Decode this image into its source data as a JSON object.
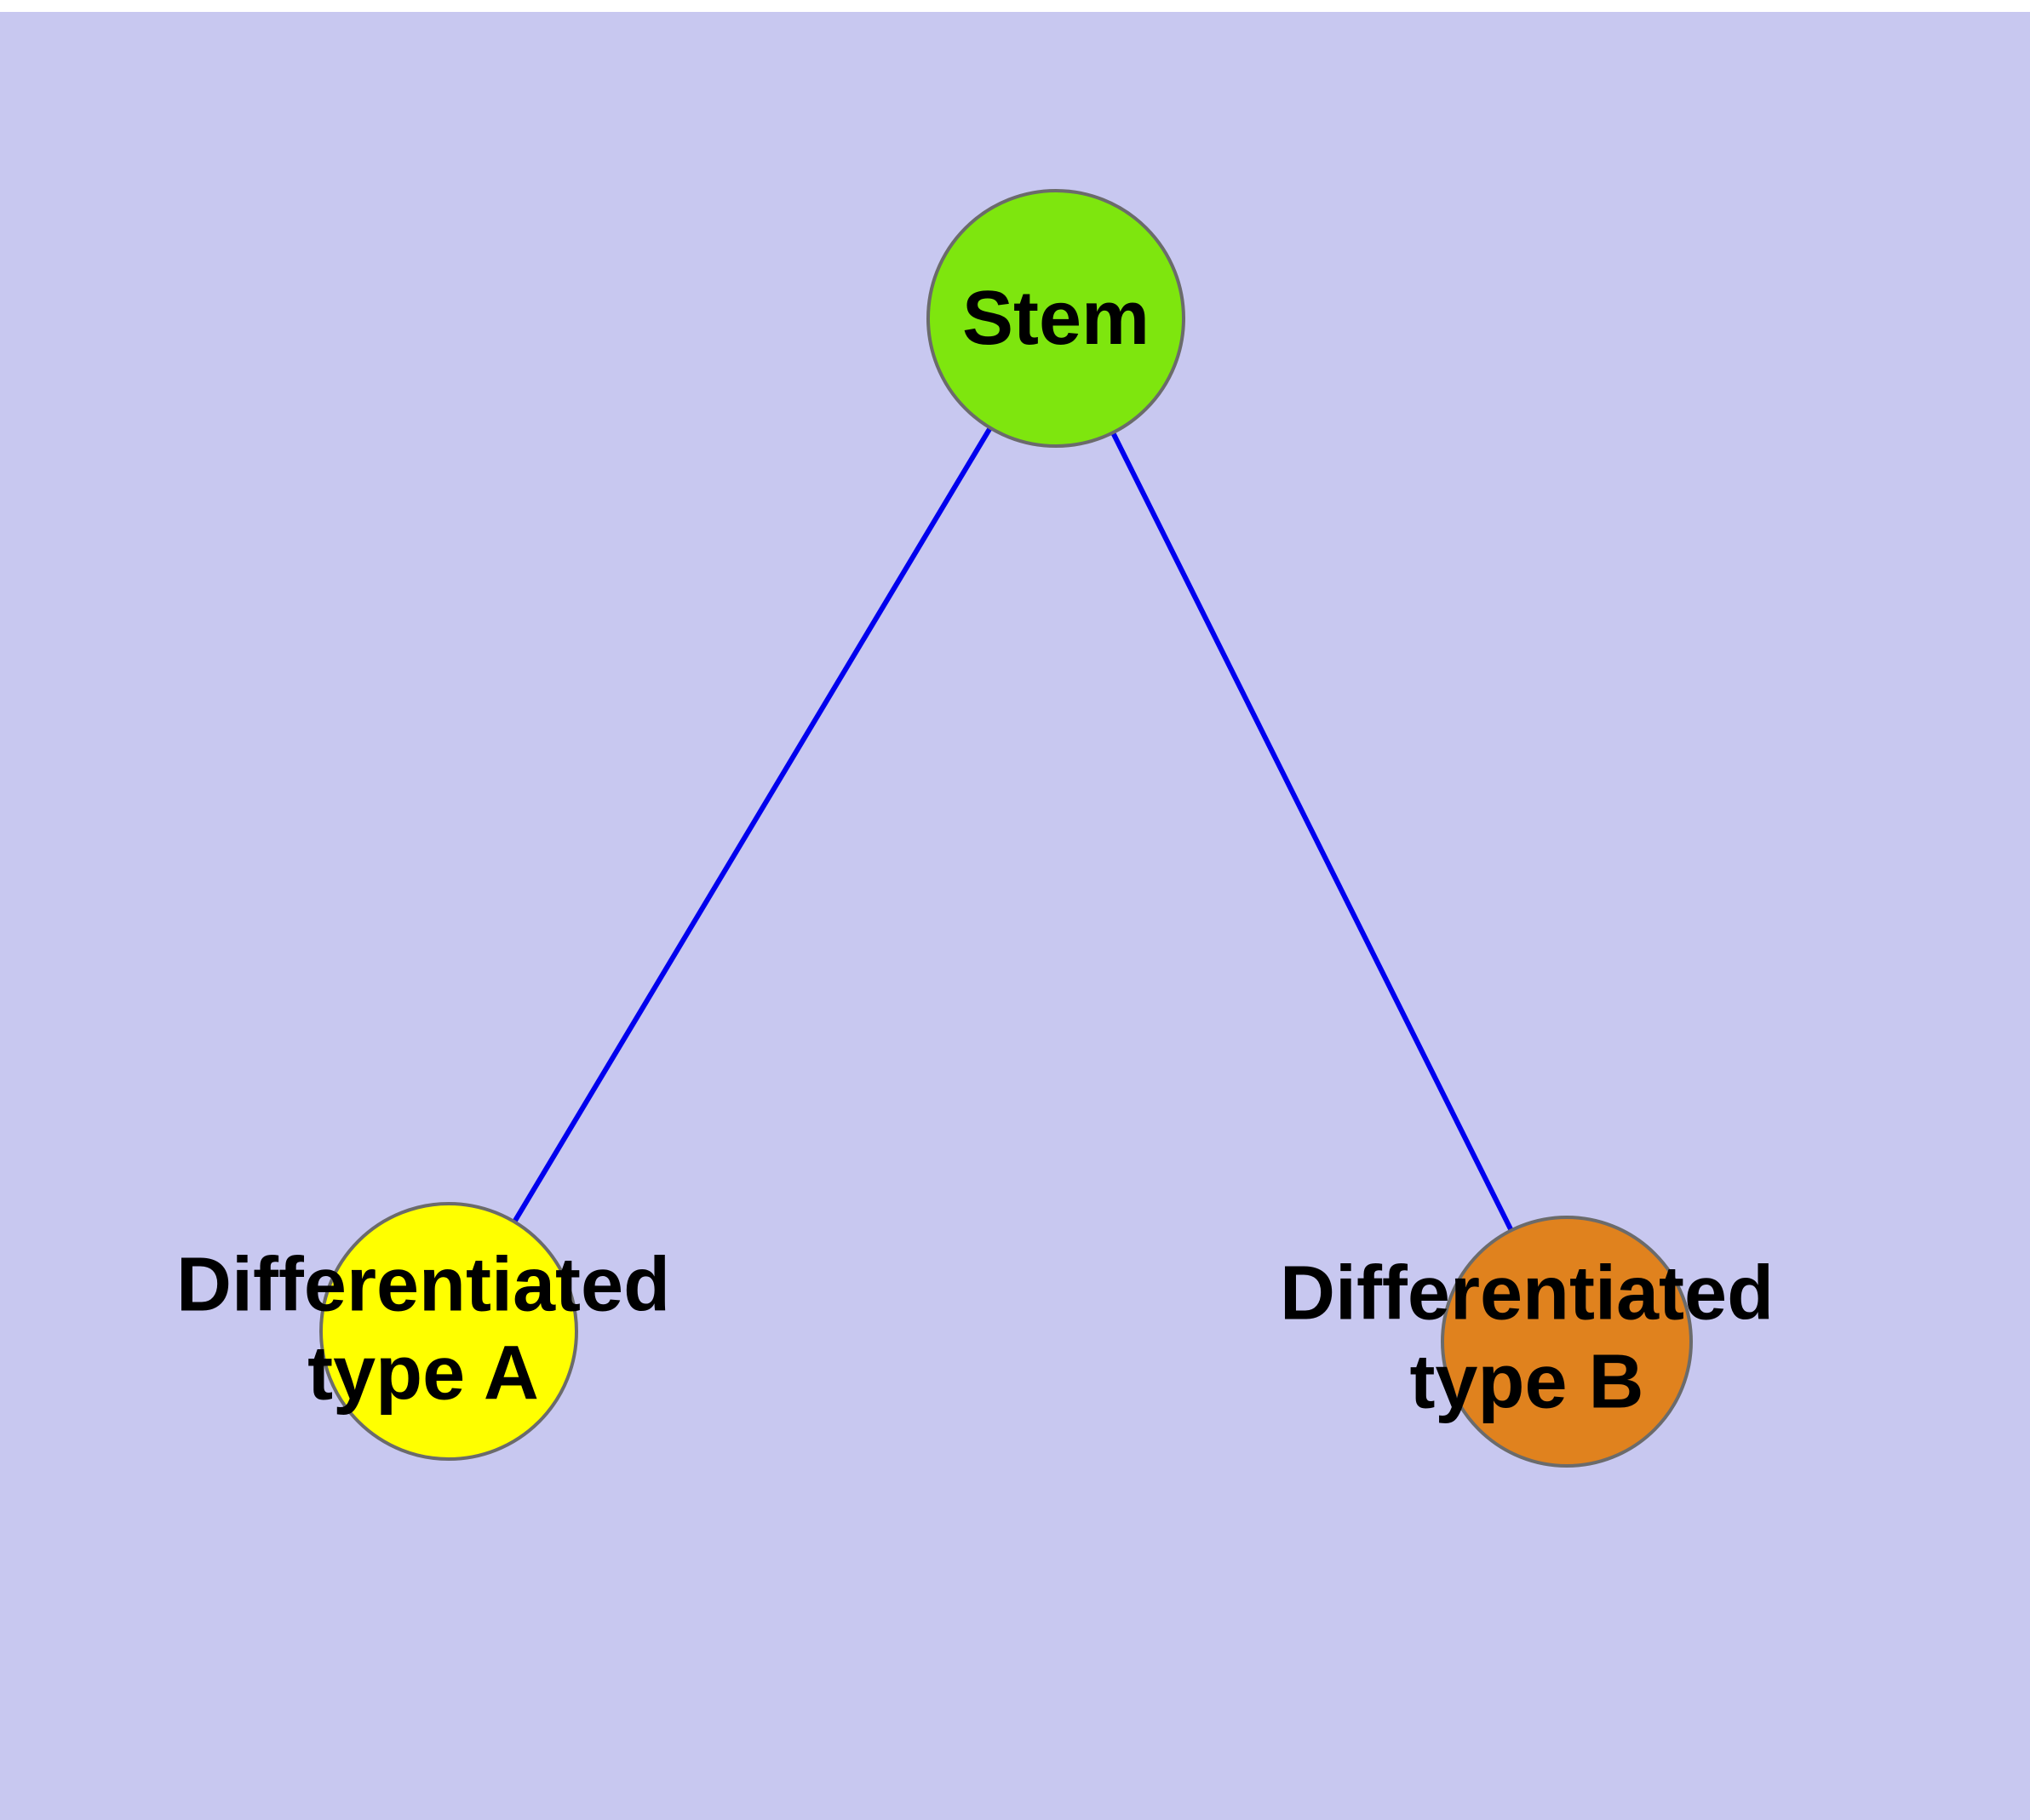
{
  "diagram": {
    "type": "node-link-tree",
    "background_color": "#c8c8f0",
    "edge_color": "#0000ee",
    "node_border_color": "#6b6b6b",
    "text_color": "#000000",
    "nodes": [
      {
        "id": "stem",
        "label": "Stem",
        "fill": "#7ee60e"
      },
      {
        "id": "differentiated-type-a",
        "label": "Differentiated\ntype A",
        "fill": "#ffff00"
      },
      {
        "id": "differentiated-type-b",
        "label": "Differentiated\ntype B",
        "fill": "#e0821e"
      }
    ],
    "edges": [
      {
        "from": "Stem",
        "to": "Differentiated type A"
      },
      {
        "from": "Stem",
        "to": "Differentiated type B"
      }
    ]
  }
}
